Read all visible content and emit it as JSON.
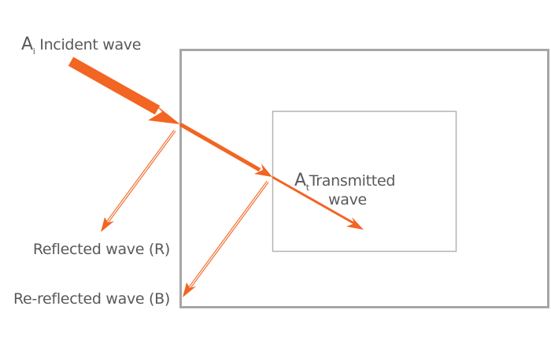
{
  "colors": {
    "arrow": "#f26522",
    "box": "#a6a6a6",
    "text": "#595959"
  },
  "incident": {
    "symbol": "A",
    "subscript": "i",
    "label": "Incident wave"
  },
  "transmitted": {
    "symbol": "A",
    "subscript": "t",
    "label_line1": "Transmitted",
    "label_line2": "wave"
  },
  "reflected": {
    "label": "Reflected wave (R)"
  },
  "rereflected": {
    "label": "Re-reflected wave (B)"
  }
}
